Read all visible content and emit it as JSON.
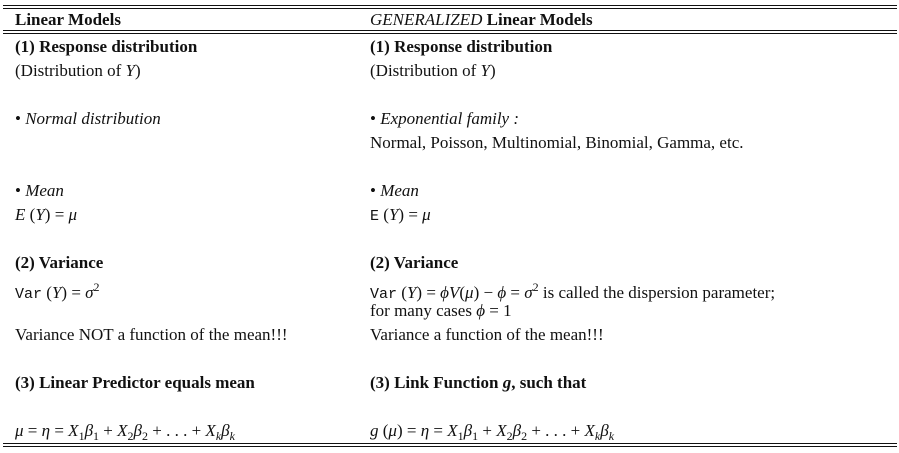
{
  "header": {
    "left": [
      {
        "t": "Linear Models",
        "s": "b"
      }
    ],
    "right": [
      {
        "t": "GENERALIZED",
        "s": "i"
      },
      {
        "t": " Linear Models",
        "s": "b"
      }
    ]
  },
  "rows": [
    {
      "left": [
        {
          "t": "(1) Response distribution",
          "s": "b"
        }
      ],
      "right": [
        {
          "t": "(1) Response distribution",
          "s": "b"
        }
      ]
    },
    {
      "left": [
        {
          "t": "(Distribution of ",
          "s": "r"
        },
        {
          "t": "Y",
          "s": "i"
        },
        {
          "t": ")",
          "s": "r"
        }
      ],
      "right": [
        {
          "t": "(Distribution of ",
          "s": "r"
        },
        {
          "t": "Y",
          "s": "i"
        },
        {
          "t": ")",
          "s": "r"
        }
      ]
    },
    {
      "left": [],
      "right": []
    },
    {
      "left": [
        {
          "t": "• ",
          "s": "r"
        },
        {
          "t": "Normal distribution",
          "s": "i"
        }
      ],
      "right": [
        {
          "t": "• ",
          "s": "r"
        },
        {
          "t": "Exponential family :",
          "s": "i"
        }
      ]
    },
    {
      "left": [],
      "right": [
        {
          "t": "Normal, Poisson, Multinomial, Binomial, Gamma, etc.",
          "s": "r"
        }
      ]
    },
    {
      "left": [],
      "right": []
    },
    {
      "left": [
        {
          "t": "• ",
          "s": "r"
        },
        {
          "t": "Mean",
          "s": "i"
        }
      ],
      "right": [
        {
          "t": "• ",
          "s": "r"
        },
        {
          "t": "Mean",
          "s": "i"
        }
      ]
    },
    {
      "left": [
        {
          "t": "E",
          "s": "i"
        },
        {
          "t": " (",
          "s": "r"
        },
        {
          "t": "Y",
          "s": "i"
        },
        {
          "t": ") = ",
          "s": "r"
        },
        {
          "t": "μ",
          "s": "i"
        }
      ],
      "right": [
        {
          "t": " E",
          "s": "tt"
        },
        {
          "t": " (",
          "s": "r"
        },
        {
          "t": "Y",
          "s": "i"
        },
        {
          "t": ") = ",
          "s": "r"
        },
        {
          "t": "μ",
          "s": "i"
        }
      ]
    },
    {
      "left": [],
      "right": []
    },
    {
      "left": [
        {
          "t": "(2) Variance",
          "s": "b"
        }
      ],
      "right": [
        {
          "t": "(2) Variance",
          "s": "b"
        }
      ]
    },
    {
      "left": [
        {
          "t": "Var",
          "s": "tt"
        },
        {
          "t": " (",
          "s": "r"
        },
        {
          "t": "Y",
          "s": "i"
        },
        {
          "t": ") = ",
          "s": "r"
        },
        {
          "t": "σ",
          "s": "i"
        },
        {
          "t": "2",
          "s": "sup"
        }
      ],
      "right": [
        {
          "t": "Var",
          "s": "tt"
        },
        {
          "t": " (",
          "s": "r"
        },
        {
          "t": "Y",
          "s": "i"
        },
        {
          "t": ") = ",
          "s": "r"
        },
        {
          "t": "ϕV",
          "s": "i"
        },
        {
          "t": "(",
          "s": "r"
        },
        {
          "t": "μ",
          "s": "i"
        },
        {
          "t": ") − ",
          "s": "r"
        },
        {
          "t": "ϕ",
          "s": "i"
        },
        {
          "t": " = ",
          "s": "r"
        },
        {
          "t": "σ",
          "s": "i"
        },
        {
          "t": "2",
          "s": "sup"
        },
        {
          "t": " is called the dispersion parameter;",
          "s": "r"
        }
      ]
    },
    {
      "left": [],
      "right": [
        {
          "t": "for many cases ",
          "s": "r"
        },
        {
          "t": "ϕ",
          "s": "i"
        },
        {
          "t": " = 1",
          "s": "r"
        }
      ]
    },
    {
      "left": [
        {
          "t": "Variance NOT a function of the mean!!!",
          "s": "r"
        }
      ],
      "right": [
        {
          "t": "Variance a function of the mean!!!",
          "s": "r"
        }
      ]
    },
    {
      "left": [],
      "right": []
    },
    {
      "left": [
        {
          "t": "(3) Linear Predictor equals mean",
          "s": "b"
        }
      ],
      "right": [
        {
          "t": "(3) Link Function ",
          "s": "b"
        },
        {
          "t": "g",
          "s": "bi"
        },
        {
          "t": ", such that",
          "s": "b"
        }
      ]
    },
    {
      "left": [],
      "right": []
    },
    {
      "left": [
        {
          "t": "μ",
          "s": "i"
        },
        {
          "t": " = ",
          "s": "r"
        },
        {
          "t": "η",
          "s": "i"
        },
        {
          "t": " = ",
          "s": "r"
        },
        {
          "t": "X",
          "s": "i"
        },
        {
          "t": "1",
          "s": "sub"
        },
        {
          "t": "β",
          "s": "i"
        },
        {
          "t": "1",
          "s": "sub"
        },
        {
          "t": " + ",
          "s": "r"
        },
        {
          "t": "X",
          "s": "i"
        },
        {
          "t": "2",
          "s": "sub"
        },
        {
          "t": "β",
          "s": "i"
        },
        {
          "t": "2",
          "s": "sub"
        },
        {
          "t": " + . . . + ",
          "s": "r"
        },
        {
          "t": "X",
          "s": "i"
        },
        {
          "t": "k",
          "s": "subi"
        },
        {
          "t": "β",
          "s": "i"
        },
        {
          "t": "k",
          "s": "subi"
        }
      ],
      "right": [
        {
          "t": "g",
          "s": "i"
        },
        {
          "t": " (",
          "s": "r"
        },
        {
          "t": "μ",
          "s": "i"
        },
        {
          "t": ") = ",
          "s": "r"
        },
        {
          "t": "η",
          "s": "i"
        },
        {
          "t": " = ",
          "s": "r"
        },
        {
          "t": "X",
          "s": "i"
        },
        {
          "t": "1",
          "s": "sub"
        },
        {
          "t": "β",
          "s": "i"
        },
        {
          "t": "1",
          "s": "sub"
        },
        {
          "t": " + ",
          "s": "r"
        },
        {
          "t": "X",
          "s": "i"
        },
        {
          "t": "2",
          "s": "sub"
        },
        {
          "t": "β",
          "s": "i"
        },
        {
          "t": "2",
          "s": "sub"
        },
        {
          "t": " + . . . + ",
          "s": "r"
        },
        {
          "t": "X",
          "s": "i"
        },
        {
          "t": "k",
          "s": "subi"
        },
        {
          "t": "β",
          "s": "i"
        },
        {
          "t": "k",
          "s": "subi"
        }
      ]
    }
  ]
}
